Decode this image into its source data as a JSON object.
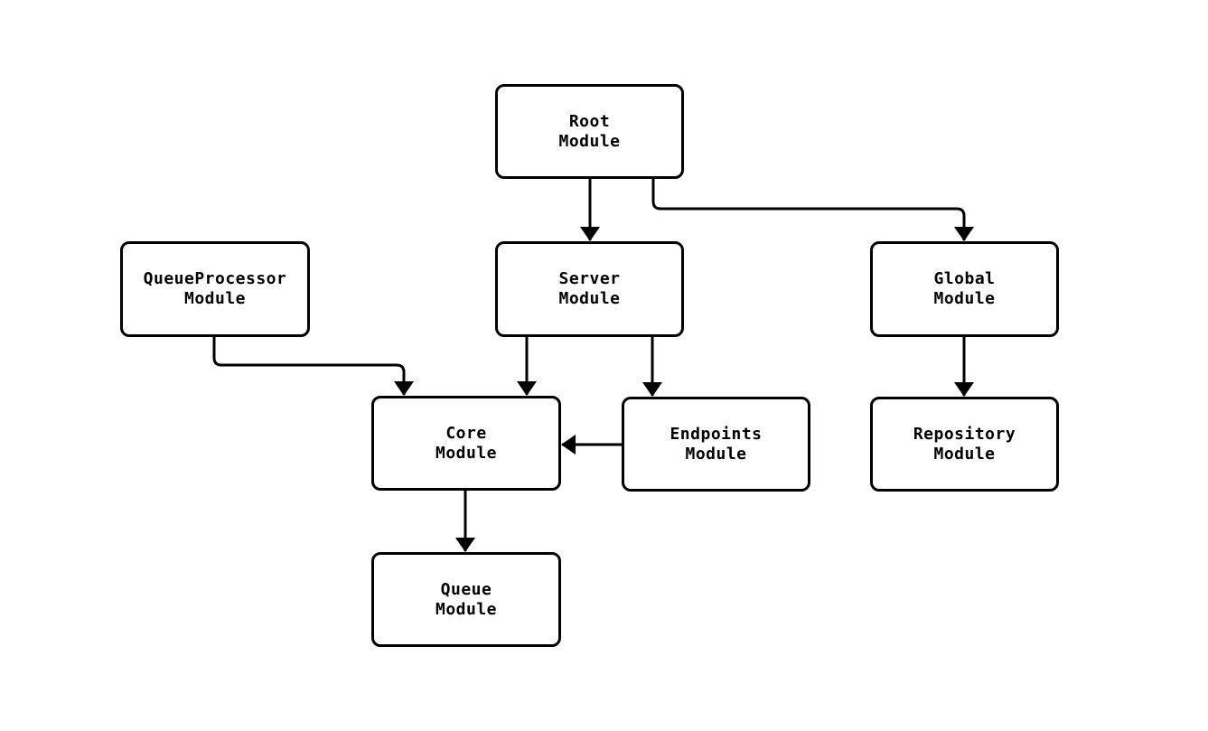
{
  "diagram": {
    "type": "module-dependency-graph",
    "colors": {
      "background": "#ffffff",
      "node_fill": "#ffffff",
      "node_border": "#000000",
      "edge": "#000000",
      "text": "#000000"
    },
    "nodes": [
      {
        "id": "root",
        "name": "Root",
        "type": "Module"
      },
      {
        "id": "queueprocessor",
        "name": "QueueProcessor",
        "type": "Module"
      },
      {
        "id": "server",
        "name": "Server",
        "type": "Module"
      },
      {
        "id": "global",
        "name": "Global",
        "type": "Module"
      },
      {
        "id": "core",
        "name": "Core",
        "type": "Module"
      },
      {
        "id": "endpoints",
        "name": "Endpoints",
        "type": "Module"
      },
      {
        "id": "repository",
        "name": "Repository",
        "type": "Module"
      },
      {
        "id": "queue",
        "name": "Queue",
        "type": "Module"
      }
    ],
    "edges": [
      {
        "from": "root",
        "to": "server"
      },
      {
        "from": "root",
        "to": "global"
      },
      {
        "from": "queueprocessor",
        "to": "core"
      },
      {
        "from": "server",
        "to": "core"
      },
      {
        "from": "server",
        "to": "endpoints"
      },
      {
        "from": "endpoints",
        "to": "core"
      },
      {
        "from": "global",
        "to": "repository"
      },
      {
        "from": "core",
        "to": "queue"
      }
    ]
  }
}
